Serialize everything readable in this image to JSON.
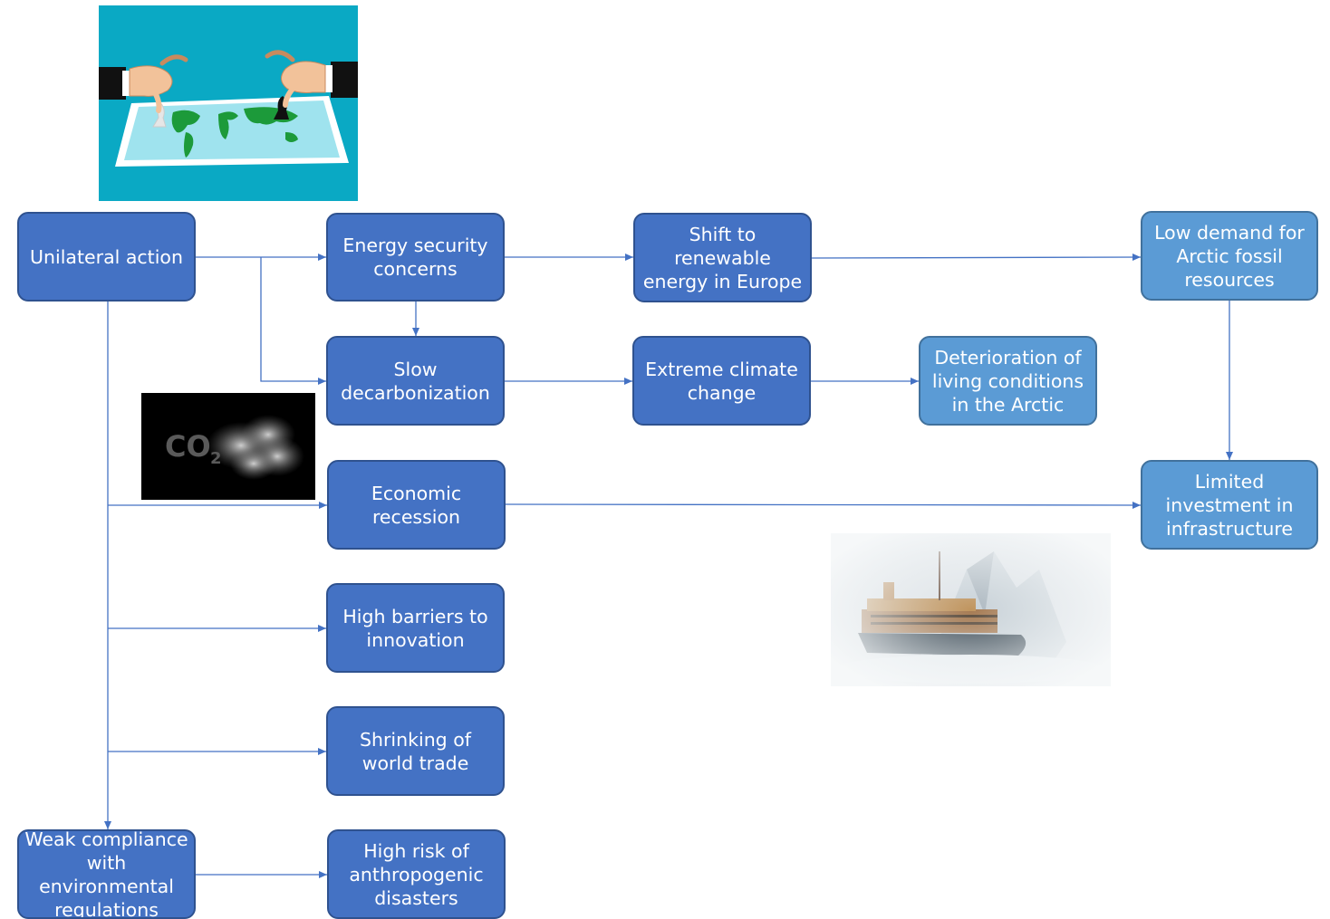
{
  "nodes": {
    "unilateral": "Unilateral action",
    "energy_security": "Energy security concerns",
    "shift_renewable": "Shift to renewable energy in Europe",
    "low_demand": "Low demand for Arctic fossil resources",
    "slow_decarb": "Slow decarbonization",
    "extreme_climate": "Extreme climate change",
    "deterioration": "Deterioration of living conditions in the Arctic",
    "economic_recession": "Economic recession",
    "limited_investment": "Limited investment in infrastructure",
    "high_barriers": "High barriers to innovation",
    "shrinking_trade": "Shrinking of world trade",
    "weak_compliance": "Weak compliance with environmental regulations",
    "high_risk": "High risk of anthropogenic disasters"
  },
  "images": {
    "co2_label": "CO",
    "co2_subscript": "2"
  },
  "colors": {
    "node_dark": "#4472c4",
    "node_light": "#5b9bd5",
    "connector": "#4472c4"
  }
}
